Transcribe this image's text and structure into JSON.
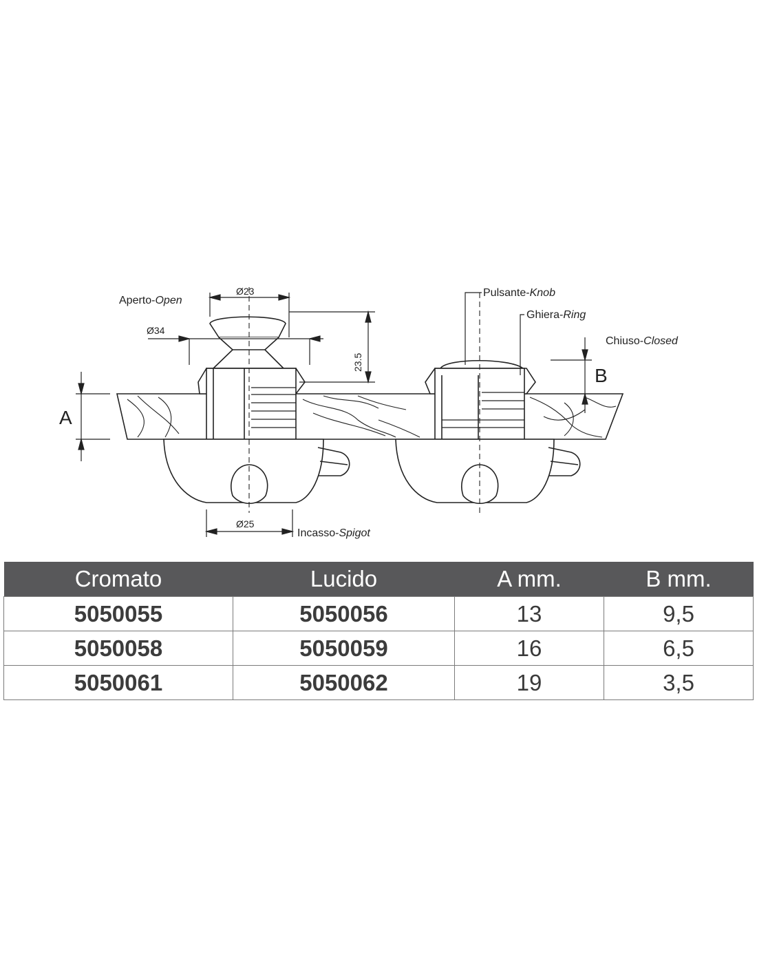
{
  "diagram": {
    "labels": {
      "open_a": "Aperto-",
      "open_b": "Open",
      "knob_a": "Pulsante-",
      "knob_b": "Knob",
      "ring_a": "Ghiera-",
      "ring_b": "Ring",
      "closed_a": "Chiuso-",
      "closed_b": "Closed",
      "spigot_a": "Incasso-",
      "spigot_b": "Spigot",
      "dim_23": "Ø23",
      "dim_34": "Ø34",
      "dim_25": "Ø25",
      "dim_height": "23.5",
      "A": "A",
      "B": "B"
    }
  },
  "table": {
    "headers": [
      "Cromato",
      "Lucido",
      "A mm.",
      "B mm."
    ],
    "rows": [
      [
        "5050055",
        "5050056",
        "13",
        "9,5"
      ],
      [
        "5050058",
        "5050059",
        "16",
        "6,5"
      ],
      [
        "5050061",
        "5050062",
        "19",
        "3,5"
      ]
    ]
  }
}
